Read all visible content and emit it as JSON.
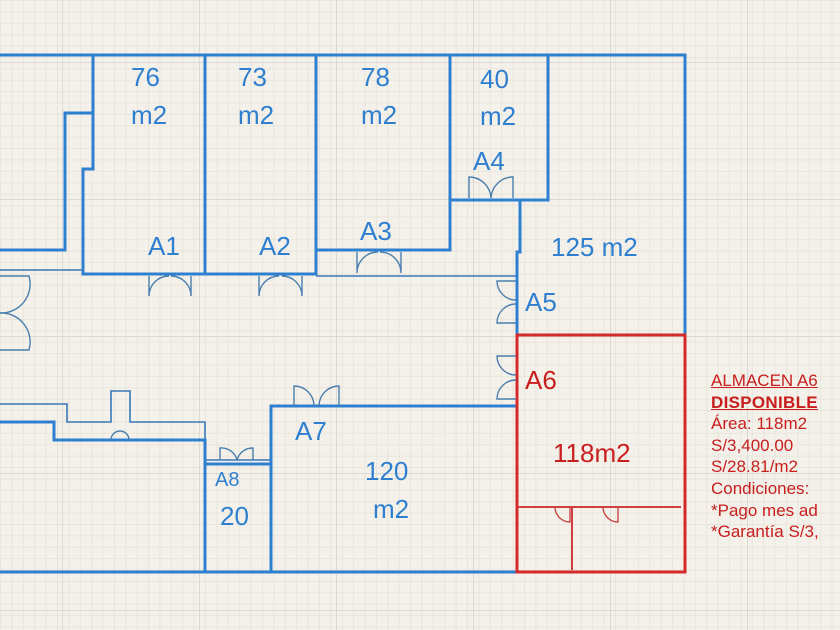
{
  "colors": {
    "wall_blue": "#2f7fd0",
    "highlight_red": "#c81e1e",
    "paper": "#f4f1ea"
  },
  "units": {
    "A1": {
      "code": "A1",
      "area_line1": "76",
      "area_line2": "m2"
    },
    "A2": {
      "code": "A2",
      "area_line1": "73",
      "area_line2": "m2"
    },
    "A3": {
      "code": "A3",
      "area_line1": "78",
      "area_line2": "m2"
    },
    "A4": {
      "code": "A4",
      "area_line1": "40",
      "area_line2": "m2"
    },
    "A5": {
      "code": "A5",
      "area": "125 m2"
    },
    "A6": {
      "code": "A6",
      "area": "118m2"
    },
    "A7": {
      "code": "A7",
      "area_line1": "120",
      "area_line2": "m2"
    },
    "A8": {
      "code": "A8",
      "area": "20"
    }
  },
  "info_panel": {
    "title": "ALMACEN A6",
    "status": "DISPONIBLE",
    "area": "Área: 118m2",
    "price": "S/3,400.00",
    "price_per_m2": "S/28.81/m2",
    "conditions_label": "Condiciones:",
    "condition_1": "*Pago mes ad",
    "condition_2": "*Garantía S/3,"
  }
}
